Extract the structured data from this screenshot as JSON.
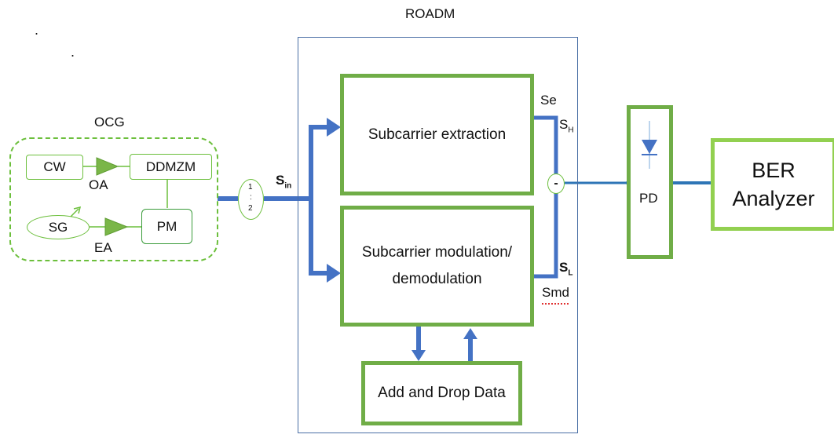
{
  "title": "ROADM",
  "stray_marks": {
    "dot_a": ".",
    "dot_b": "."
  },
  "ocg": {
    "label": "OCG",
    "cw": "CW",
    "ddmzm": "DDMZM",
    "oa": "OA",
    "sg": "SG",
    "pm": "PM",
    "ea": "EA"
  },
  "splitter": {
    "top": "1",
    "mid": ":",
    "bottom": "2"
  },
  "signals": {
    "s_in_main": "S",
    "s_in_sub": "in",
    "se": "Se",
    "s_h_main": "S",
    "s_h_sub": "H",
    "s_l_main": "S",
    "s_l_sub": "L",
    "smd": "Smd"
  },
  "roadm": {
    "extraction": "Subcarrier extraction",
    "modulation_line1": "Subcarrier modulation/",
    "modulation_line2": "demodulation",
    "add_drop": "Add and Drop Data"
  },
  "subtractor": "-",
  "pd": "PD",
  "ber": {
    "line1": "BER",
    "line2": "Analyzer"
  },
  "colors": {
    "green": "#70ad47",
    "light_green": "#6cbf3c",
    "blue": "#4472c4",
    "roadm_border": "#4a6fa5"
  }
}
